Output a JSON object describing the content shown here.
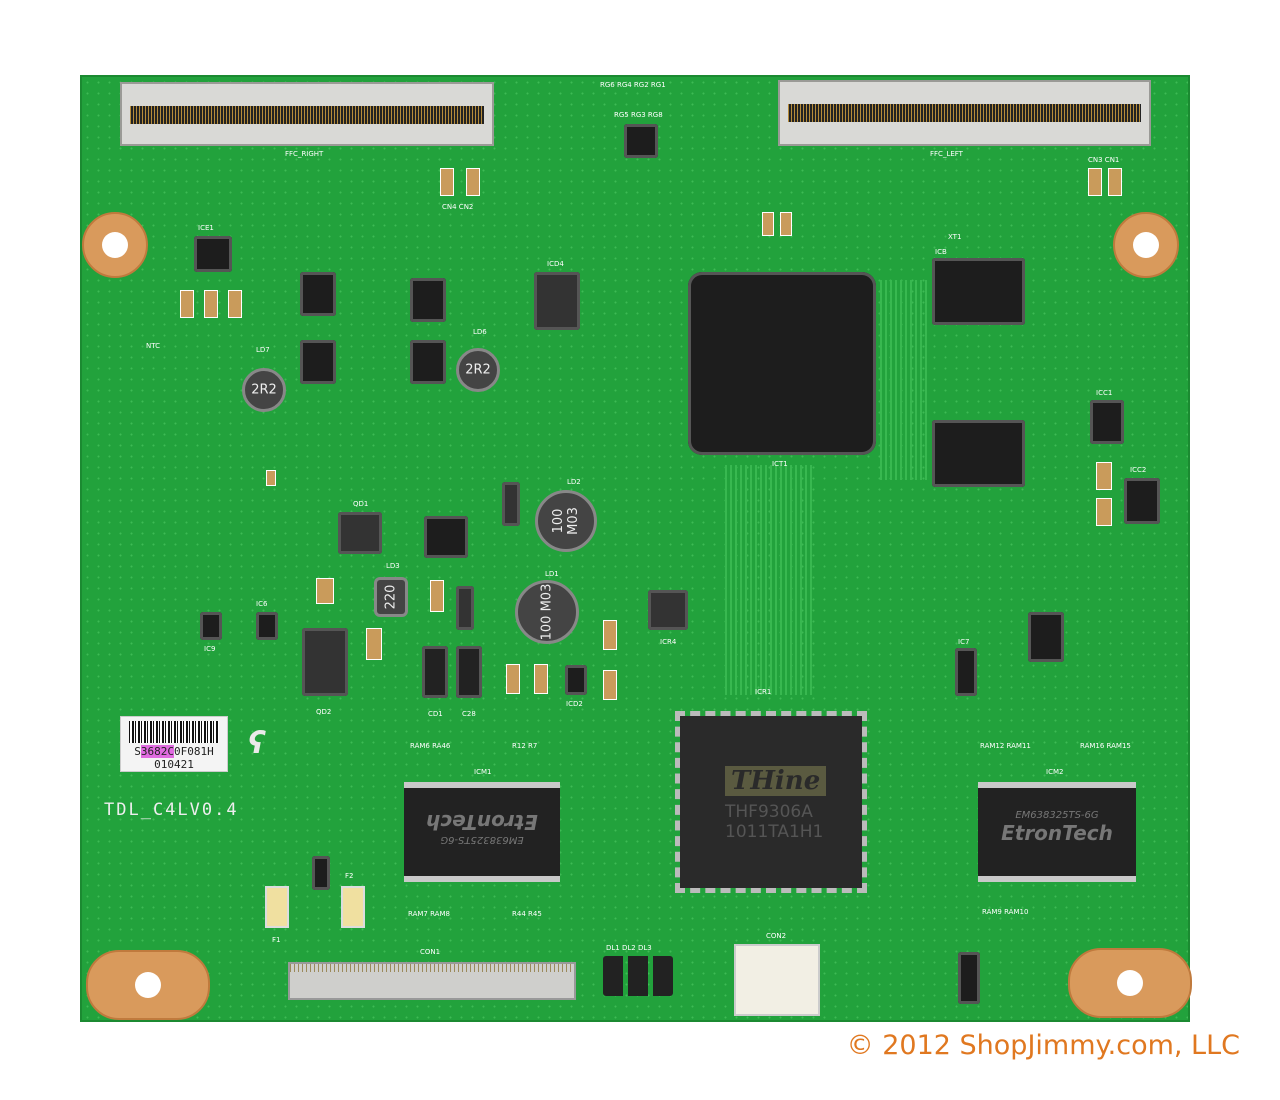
{
  "board": {
    "model": "TDL_C4LV0.4",
    "barcode_label": {
      "line1_prefix": "S",
      "line1_highlight": "3682C",
      "line1_suffix": "0F081H",
      "line2": "010421"
    },
    "connectors": {
      "ffc_right": "FFC_RIGHT",
      "ffc_left": "FFC_LEFT",
      "con1": "CON1",
      "con2": "CON2"
    },
    "chips": {
      "ict1": "ICT1",
      "icr1": "ICR1",
      "icr1_brand": "THine",
      "icr1_part": "THF9306A",
      "icr1_lot": "1011TA1H1",
      "icm1": "ICM1",
      "icm1_brand": "EtronTech",
      "icm1_part": "EM638325TS-6G",
      "icm2": "ICM2",
      "icm2_brand": "EtronTech",
      "icm2_part": "EM638325TS-6G",
      "icb": "ICB",
      "icd4": "ICD4",
      "ice1": "ICE1",
      "icc1": "ICC1",
      "icc2": "ICC2"
    },
    "inductors": {
      "ld7": "2R2",
      "ld6": "2R2",
      "ld2": "100 M03",
      "ld1": "100 M03",
      "ld3": "220"
    },
    "inductor_labels": {
      "ld7": "LD7",
      "ld6": "LD6",
      "ld2": "LD2",
      "ld1": "LD1",
      "ld3": "LD3"
    },
    "silk": [
      "RG6 RG4 RG2 RG1",
      "RG5 RG3 RG8",
      "CN4 CN2",
      "CN3 CN1",
      "QD1",
      "QD2",
      "IC9",
      "IC6",
      "IC7",
      "ICR4",
      "ICD2",
      "DL1 DL2 DL3",
      "RAM6 RA46",
      "R12 R7",
      "RAM12 RAM11",
      "RAM16 RAM15",
      "RAM7 RAM8",
      "R44 R45",
      "RAM9 RAM10",
      "F1",
      "F2",
      "CD1",
      "C28",
      "XT1",
      "NTC"
    ]
  },
  "copyright": "© 2012 ShopJimmy.com, LLC",
  "colors": {
    "pcb": "#22a23c",
    "copyright": "#e07820",
    "pad": "#d99a5c"
  }
}
